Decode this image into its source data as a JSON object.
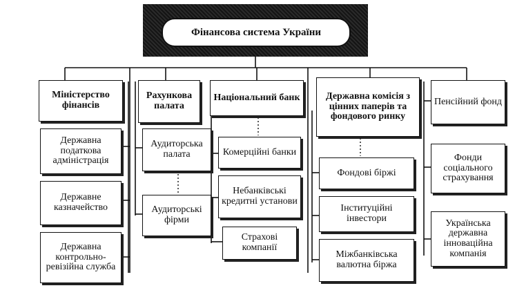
{
  "diagram": {
    "title": "Фінансова система України",
    "corner_mark": "",
    "boxes": {
      "ministry": "Міністерство фінансів",
      "tax_admin": "Державна податкова адміністрація",
      "treasury": "Державне казначейство",
      "control_audit": "Державна контрольно-ревізійна служба",
      "accounts_chamber": "Рахункова палата",
      "audit_chamber": "Аудиторська палата",
      "audit_firms": "Аудиторські фірми",
      "national_bank": "Національний банк",
      "commercial_banks": "Комерційні банки",
      "nonbank_credit": "Небанківські кредитні установи",
      "insurance": "Страхові компанії",
      "securities_commission": "Державна комісія з цінних паперів та фондового ринку",
      "stock_exchanges": "Фондові біржі",
      "institutional_investors": "Інституційні інвестори",
      "interbank_fx": "Міжбанківська валютна біржа",
      "pension_fund": "Пенсійний фонд",
      "social_insurance": "Фонди соціального страхування",
      "innovation_company": "Українська державна інноваційна компанія"
    }
  }
}
